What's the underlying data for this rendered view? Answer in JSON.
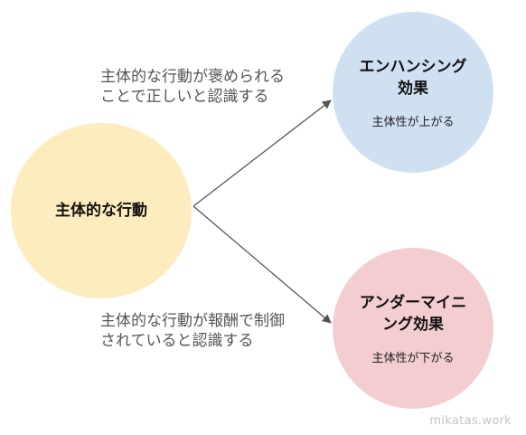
{
  "colors": {
    "source_fill": "#fdecbd",
    "enhance_fill": "#cfe0f1",
    "under_fill": "#f3cdcf",
    "arrow": "#555555"
  },
  "source": {
    "label": "主体的な行動"
  },
  "enhance": {
    "title_lines": [
      "エンハンシング",
      "効果"
    ],
    "subtitle": "主体性が上がる"
  },
  "undermine": {
    "title_lines": [
      "アンダーマイニ",
      "ング効果"
    ],
    "subtitle": "主体性が下がる"
  },
  "edge_top": {
    "lines": [
      "主体的な行動が褒められる",
      "ことで正しいと認識する"
    ]
  },
  "edge_bottom": {
    "lines": [
      "主体的な行動が報酬で制御",
      "されていると認識する"
    ]
  },
  "watermark": "mikatas.work"
}
